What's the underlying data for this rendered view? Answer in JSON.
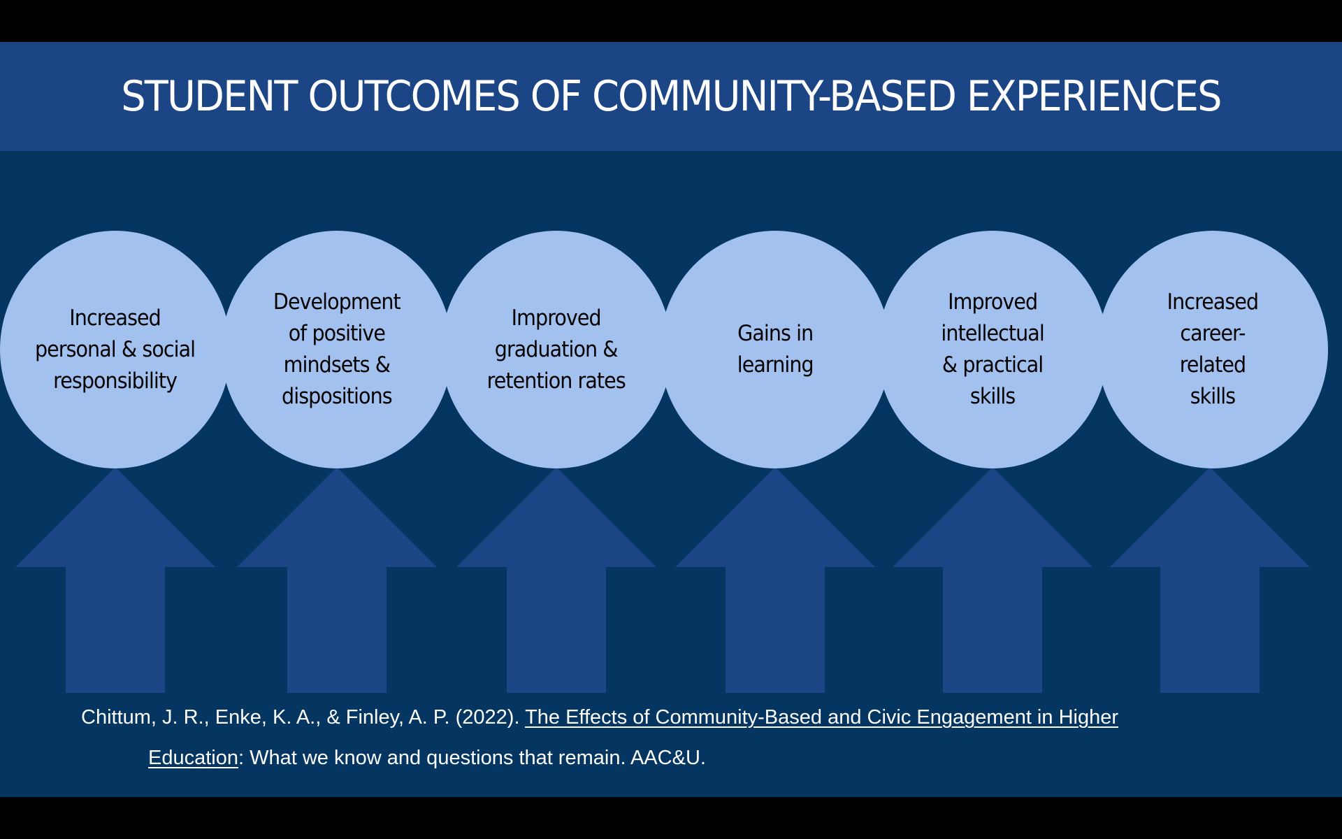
{
  "colors": {
    "background": "#043661",
    "title_band": "#1b4584",
    "circle_fill": "#a2c1ef",
    "arrow_fill": "#1b4584",
    "letterbox": "#000000",
    "title_text": "#ffffff",
    "circle_text": "#000000"
  },
  "slide": {
    "title": "STUDENT OUTCOMES OF COMMUNITY-BASED EXPERIENCES"
  },
  "outcomes": [
    {
      "label": "Increased\npersonal & social\nresponsibility",
      "icon": "up-arrow-icon"
    },
    {
      "label": "Development\nof positive\nmindsets &\ndispositions",
      "icon": "up-arrow-icon"
    },
    {
      "label": "Improved\ngraduation &\nretention rates",
      "icon": "up-arrow-icon"
    },
    {
      "label": "Gains in\nlearning",
      "icon": "up-arrow-icon"
    },
    {
      "label": "Improved\nintellectual\n& practical\nskills",
      "icon": "up-arrow-icon"
    },
    {
      "label": "Increased\ncareer-\nrelated\nskills",
      "icon": "up-arrow-icon"
    }
  ],
  "citation": {
    "authors": "Chittum, J. R., Enke, K. A., & Finley, A. P. (2022). ",
    "title_part1": "The Effects of Community-Based and Civic Engagement in Higher",
    "title_part2": "Education",
    "rest": ": What we know and questions that remain. AAC&U."
  }
}
